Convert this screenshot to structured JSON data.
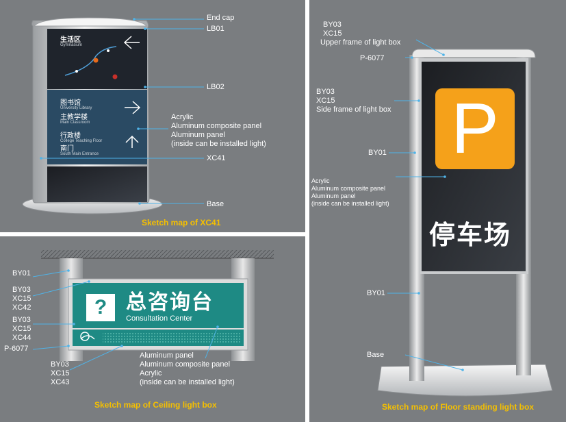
{
  "panels": {
    "xc41": {
      "caption": "Sketch map of XC41",
      "labels": {
        "end_cap": "End cap",
        "lb01": "LB01",
        "lb02": "LB02",
        "acrylic": "Acrylic",
        "alu_composite": "Aluminum composite panel",
        "alu_panel": "Aluminum panel",
        "inside_light": "(inside can be installed light)",
        "xc41": "XC41",
        "base": "Base"
      },
      "sign": {
        "zone_cn": "生活区",
        "zone_en": "Gymnasium",
        "entries": [
          {
            "cn": "图书馆",
            "en": "University Library"
          },
          {
            "cn": "主教学楼",
            "en": "Main Classroom"
          },
          {
            "cn": "行政楼",
            "en": "College Teaching Floor"
          },
          {
            "cn": "南门",
            "en": "South Main Entrance"
          }
        ]
      }
    },
    "ceiling": {
      "caption": "Sketch map of Ceiling light box",
      "labels": {
        "by01": "BY01",
        "by03_a": "BY03",
        "xc15_a": "XC15",
        "xc42": "XC42",
        "by03_b": "BY03",
        "xc15_b": "XC15",
        "xc44": "XC44",
        "p6077": "P-6077",
        "by03_c": "BY03",
        "xc15_c": "XC15",
        "xc43": "XC43",
        "alu_panel": "Aluminum panel",
        "alu_composite": "Aluminum composite panel",
        "acrylic": "Acrylic",
        "inside_light": "(inside can be installed light)"
      },
      "sign": {
        "symbol": "?",
        "title_cn": "总咨询台",
        "title_en": "Consultation Center"
      }
    },
    "floor": {
      "caption": "Sketch map of  Floor standing light box",
      "labels": {
        "by03_top": "BY03",
        "xc15_top": "XC15",
        "upper_frame": "Upper frame of light box",
        "p6077": "P-6077",
        "by03_side": "BY03",
        "xc15_side": "XC15",
        "side_frame": "Side frame of light box",
        "by01_a": "BY01",
        "acrylic": "Acrylic",
        "alu_composite": "Aluminum composite panel",
        "alu_panel": "Aluminum panel",
        "inside_light": "(inside can be installed light)",
        "by01_b": "BY01",
        "base": "Base"
      },
      "sign": {
        "symbol": "P",
        "text_cn": "停车场"
      }
    }
  },
  "colors": {
    "background": "#7a7d80",
    "label": "#ffffff",
    "caption": "#f5c000",
    "leader": "#4fb3e8",
    "sign_dark": "#222a35",
    "sign_blue": "#2a4a63",
    "sign_teal": "#1e8a84",
    "parking_orange": "#f5a11a"
  }
}
